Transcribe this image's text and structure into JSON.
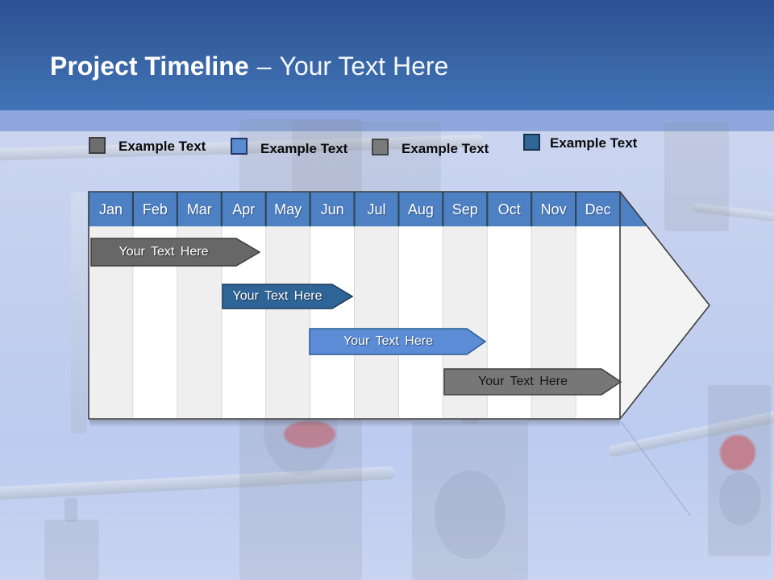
{
  "slide": {
    "title": {
      "emphasis": "Project Timeline",
      "separator": "–",
      "placeholder": "Your Text Here"
    }
  },
  "legend": {
    "items": [
      {
        "label": "Example Text",
        "swatch_color": "#6E6E6E"
      },
      {
        "label": "Example Text",
        "swatch_color": "#5B8BD0"
      },
      {
        "label": "Example Text",
        "swatch_color": "#7A7A7A"
      },
      {
        "label": "Example Text",
        "swatch_color": "#2F6797"
      }
    ]
  },
  "timeline": {
    "months": [
      "Jan",
      "Feb",
      "Mar",
      "Apr",
      "May",
      "Jun",
      "Jul",
      "Aug",
      "Sep",
      "Oct",
      "Nov",
      "Dec"
    ],
    "header_color": "#4E80C4",
    "tasks": [
      {
        "label": "Your Text Here",
        "bar_color": "#676767",
        "text_color": "#FFFFFF",
        "start_month": "Jan",
        "end_month": "Apr"
      },
      {
        "label": "Your Text Here",
        "bar_color": "#2F6496",
        "text_color": "#FFFFFF",
        "start_month": "Apr",
        "end_month": "Jun"
      },
      {
        "label": "Your Text Here",
        "bar_color": "#5C8CD6",
        "text_color": "#FFFFFF",
        "start_month": "Jun",
        "end_month": "Sep"
      },
      {
        "label": "Your Text Here",
        "bar_color": "#777777",
        "text_color": "#000000",
        "start_month": "Sep",
        "end_month": "Dec"
      }
    ]
  },
  "colors": {
    "header_gradient_top": "#2D5195",
    "header_gradient_bottom": "#4173B8",
    "background_sky": "#C5D1ED",
    "arrow_fill": "#F3F3F3",
    "column_stripe": "#EFEFEF",
    "outline": "#3C3C3C"
  }
}
